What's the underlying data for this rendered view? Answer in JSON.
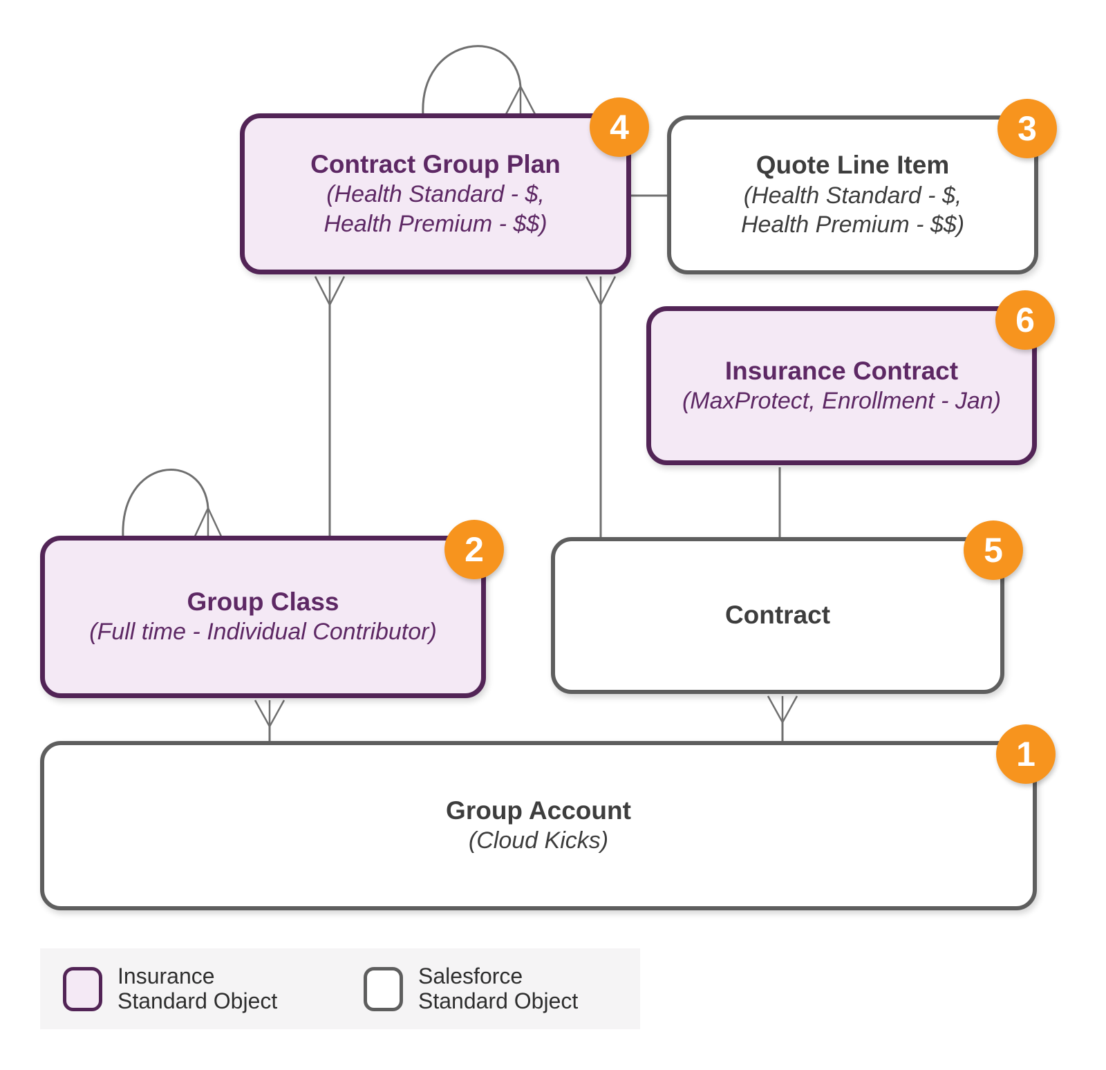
{
  "page": {
    "background": "#ffffff"
  },
  "colors": {
    "insurance_fill": "#f4e9f5",
    "insurance_border": "#522456",
    "insurance_text": "#5d2864",
    "salesforce_fill": "#ffffff",
    "salesforce_border": "#5e5e5e",
    "salesforce_text": "#3d3d3d",
    "badge_fill": "#f7941e",
    "badge_text": "#ffffff",
    "connector_line": "#6f6f6f",
    "legend_background": "#f5f4f5"
  },
  "nodes": {
    "group_account": {
      "badge": "1",
      "title": "Group Account",
      "subtitle": "(Cloud Kicks)"
    },
    "group_class": {
      "badge": "2",
      "title": "Group Class",
      "subtitle": "(Full time - Individual Contributor)"
    },
    "quote_line_item": {
      "badge": "3",
      "title": "Quote Line Item",
      "subtitle1": "(Health Standard - $,",
      "subtitle2": "Health Premium - $$)"
    },
    "contract_group_plan": {
      "badge": "4",
      "title": "Contract Group Plan",
      "subtitle1": "(Health Standard - $,",
      "subtitle2": "Health Premium - $$)"
    },
    "contract": {
      "badge": "5",
      "title": "Contract"
    },
    "insurance_contract": {
      "badge": "6",
      "title": "Insurance Contract",
      "subtitle": "(MaxProtect, Enrollment - Jan)"
    }
  },
  "legend": {
    "items": [
      {
        "type": "insurance",
        "line1": "Insurance",
        "line2": "Standard Object"
      },
      {
        "type": "salesforce",
        "line1": "Salesforce",
        "line2": "Standard Object"
      }
    ]
  }
}
